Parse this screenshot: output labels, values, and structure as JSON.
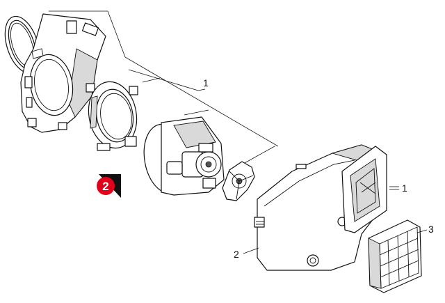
{
  "callouts": {
    "label_1_top": "1",
    "label_1_right": "1",
    "label_2": "2",
    "label_3": "3"
  },
  "badge": {
    "text": "2",
    "color": "#e2001a"
  },
  "colors": {
    "line": "#111111",
    "background": "#ffffff",
    "shade": "#d9d9d9"
  }
}
